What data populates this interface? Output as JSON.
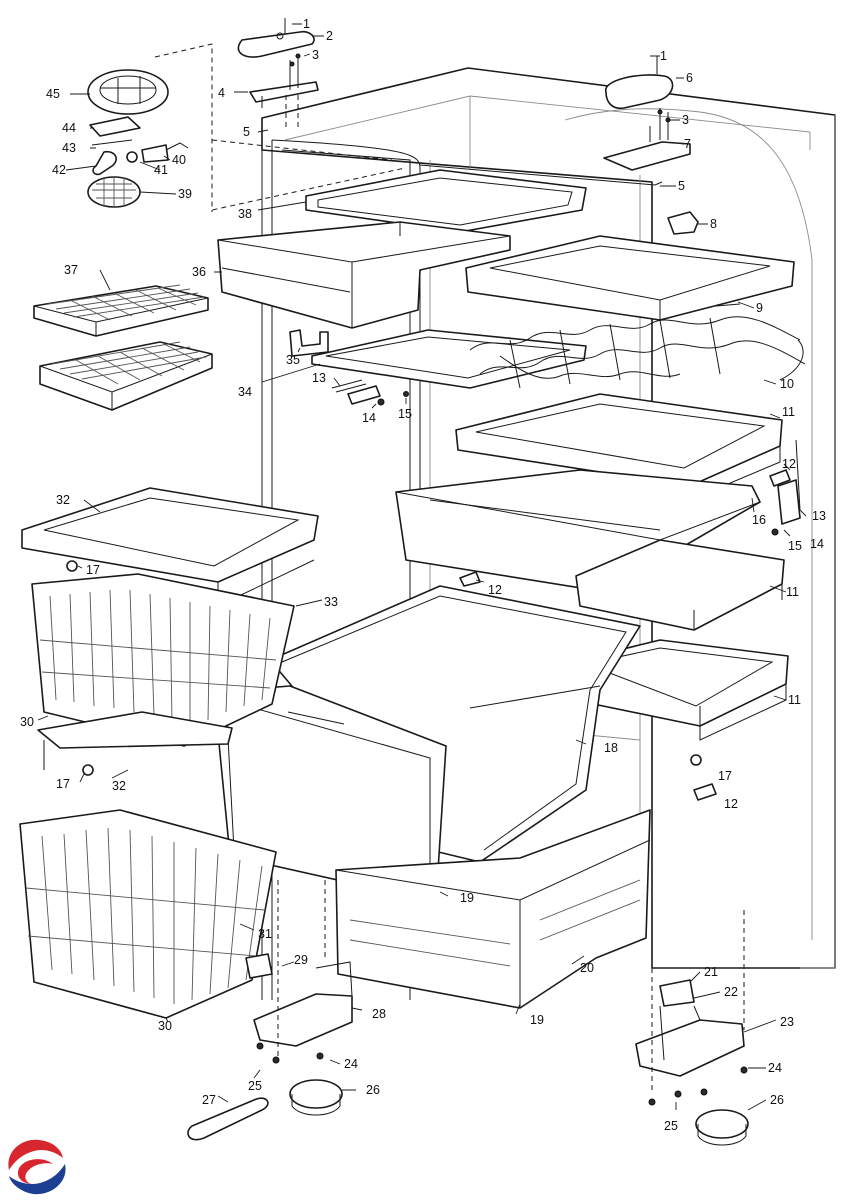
{
  "diagram": {
    "callouts": [
      "1",
      "2",
      "3",
      "4",
      "5",
      "6",
      "7",
      "8",
      "9",
      "10",
      "11",
      "12",
      "13",
      "14",
      "15",
      "16",
      "17",
      "18",
      "19",
      "20",
      "21",
      "22",
      "23",
      "24",
      "25",
      "26",
      "27",
      "28",
      "29",
      "30",
      "31",
      "32",
      "33",
      "34",
      "35",
      "36",
      "37",
      "38",
      "39",
      "40",
      "41",
      "42",
      "43",
      "44",
      "45"
    ]
  },
  "colors": {
    "logo_red": "#d7262d",
    "logo_blue": "#1c3f94",
    "line": "#1a1a1a"
  },
  "logo": {
    "icon": "brand-logo-icon"
  }
}
